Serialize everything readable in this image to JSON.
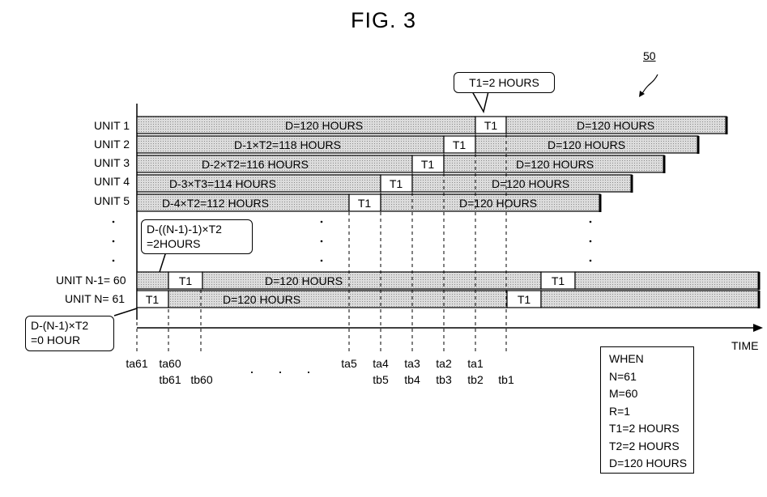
{
  "figure": {
    "title": "FIG. 3",
    "ref_number": "50"
  },
  "units": [
    {
      "label": "UNIT 1",
      "segments": [
        "D=120 HOURS",
        "T1",
        "D=120 HOURS"
      ]
    },
    {
      "label": "UNIT 2",
      "segments": [
        "D-1×T2=118 HOURS",
        "T1",
        "D=120 HOURS"
      ]
    },
    {
      "label": "UNIT 3",
      "segments": [
        "D-2×T2=116 HOURS",
        "T1",
        "D=120 HOURS"
      ]
    },
    {
      "label": "UNIT 4",
      "segments": [
        "D-3×T3=114 HOURS",
        "T1",
        "D=120 HOURS"
      ]
    },
    {
      "label": "UNIT 5",
      "segments": [
        "D-4×T2=112 HOURS",
        "T1",
        "D=120 HOURS"
      ]
    },
    {
      "label": "UNIT N-1= 60",
      "segments": [
        "",
        "T1",
        "D=120 HOURS",
        "T1",
        ""
      ]
    },
    {
      "label": "UNIT N= 61",
      "segments": [
        "T1",
        "D=120 HOURS",
        "T1",
        ""
      ]
    }
  ],
  "callouts": {
    "top": "T1=2 HOURS",
    "middle_line1": "D-((N-1)-1)×T2",
    "middle_line2": "=2HOURS",
    "bottom_line1": "D-(N-1)×T2",
    "bottom_line2": "=0 HOUR"
  },
  "axis": {
    "label": "TIME",
    "ticks_top": [
      "ta61",
      "ta60",
      "ta5",
      "ta4",
      "ta3",
      "ta2",
      "ta1"
    ],
    "ticks_bottom": [
      "tb61",
      "tb60",
      "tb5",
      "tb4",
      "tb3",
      "tb2",
      "tb1"
    ],
    "ellipsis": "· · ·"
  },
  "legend": {
    "lines": [
      "WHEN",
      "N=61",
      "M=60",
      "R=1",
      "T1=2 HOURS",
      "T2=2 HOURS",
      "D=120 HOURS"
    ]
  },
  "colors": {
    "bar_fill": "#d4d4d4",
    "white": "#ffffff",
    "ink": "#000000"
  }
}
